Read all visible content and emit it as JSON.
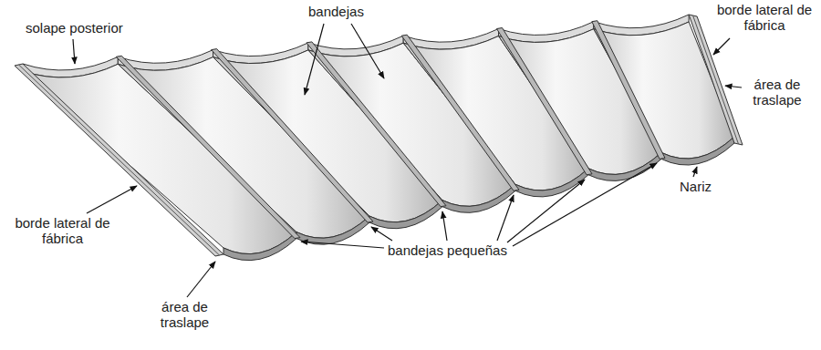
{
  "diagram": {
    "labels": [
      "solape posterior",
      "bandejas",
      "borde lateral de fábrica",
      "área de traslape",
      "Nariz",
      "bandejas pequeñas",
      "borde lateral de fábrica",
      "área de traslape"
    ]
  }
}
